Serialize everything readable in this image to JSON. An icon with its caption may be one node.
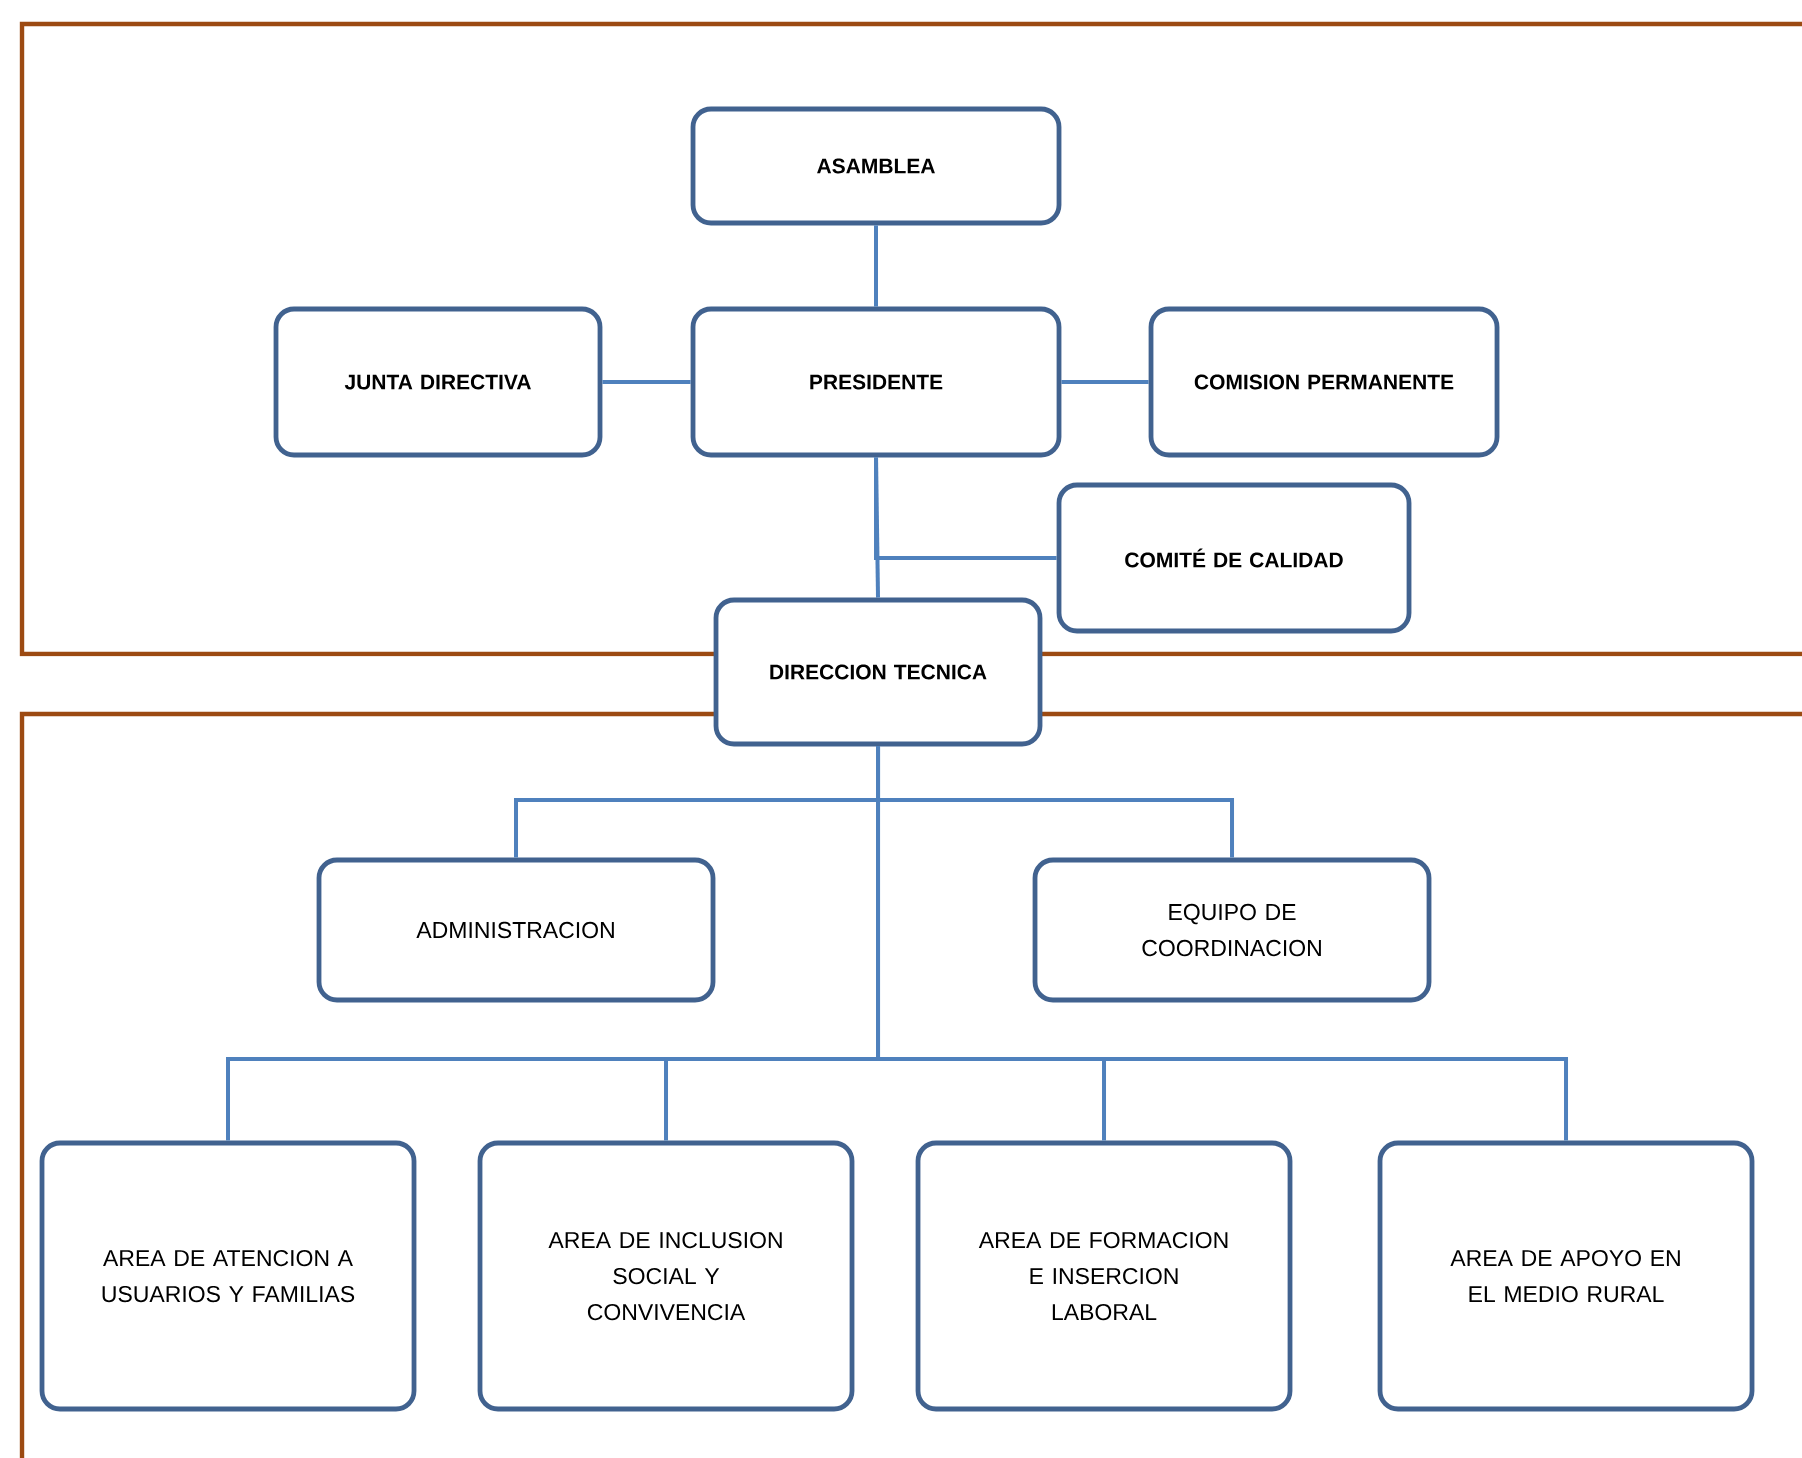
{
  "diagram": {
    "nodes": [
      {
        "text": [
          "ASAMBLEA"
        ]
      },
      {
        "text": [
          "JUNTA DIRECTIVA"
        ]
      },
      {
        "text": [
          "PRESIDENTE"
        ]
      },
      {
        "text": [
          "COMISION PERMANENTE"
        ]
      },
      {
        "text": [
          "COMITÉ DE CALIDAD"
        ]
      },
      {
        "text": [
          "DIRECCION TECNICA"
        ]
      },
      {
        "text": [
          "ADMINISTRACION"
        ]
      },
      {
        "text": [
          "EQUIPO DE COORDINACION"
        ]
      },
      {
        "text": [
          "AREA DE ATENCION A USUARIOS Y FAMILIAS"
        ]
      },
      {
        "text": [
          "AREA DE INCLUSION SOCIAL Y CONVIVENCIA"
        ]
      },
      {
        "text": [
          "AREA DE FORMACION E INSERCION LABORAL"
        ]
      },
      {
        "text": [
          "AREA DE APOYO EN EL MEDIO RURAL"
        ]
      }
    ],
    "edges": [
      {
        "from": 0,
        "to": 2,
        "arrow": "none"
      },
      {
        "from": 1,
        "to": 2,
        "arrow": "none"
      },
      {
        "from": 2,
        "to": 3,
        "arrow": "none"
      },
      {
        "from": 2,
        "to": 4,
        "arrow": "none"
      },
      {
        "from": 2,
        "to": 5,
        "arrow": "none"
      },
      {
        "from": 5,
        "to": 6,
        "arrow": "none"
      },
      {
        "from": 5,
        "to": 7,
        "arrow": "none"
      },
      {
        "from": 5,
        "to": 8,
        "arrow": "none"
      },
      {
        "from": 5,
        "to": 9,
        "arrow": "none"
      },
      {
        "from": 5,
        "to": 10,
        "arrow": "none"
      },
      {
        "from": 5,
        "to": 11,
        "arrow": "none"
      }
    ]
  }
}
